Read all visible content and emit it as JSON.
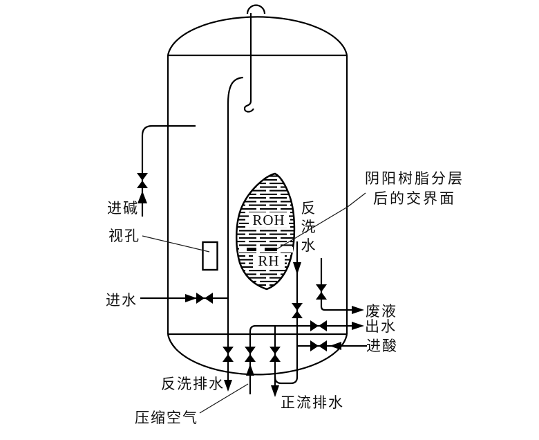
{
  "diagram": {
    "type": "piping-diagram",
    "colors": {
      "line": "#000000",
      "text": "#111111",
      "background": "#ffffff"
    },
    "labels": {
      "alkali_inlet": "进碱",
      "sight_hole": "视孔",
      "water_inlet": "进水",
      "backwash_drain": "反洗排水",
      "compressed_air": "压缩空气",
      "forward_flow_drain": "正流排水",
      "waste_liquid": "废液",
      "water_outlet": "出水",
      "acid_inlet": "进酸",
      "backwash_water": [
        "反",
        "洗",
        "水"
      ],
      "interface_note_line1": "阴阳树脂分层",
      "interface_note_line2": "后的交界面",
      "anion_resin": "ROH",
      "cation_resin": "RH"
    }
  }
}
